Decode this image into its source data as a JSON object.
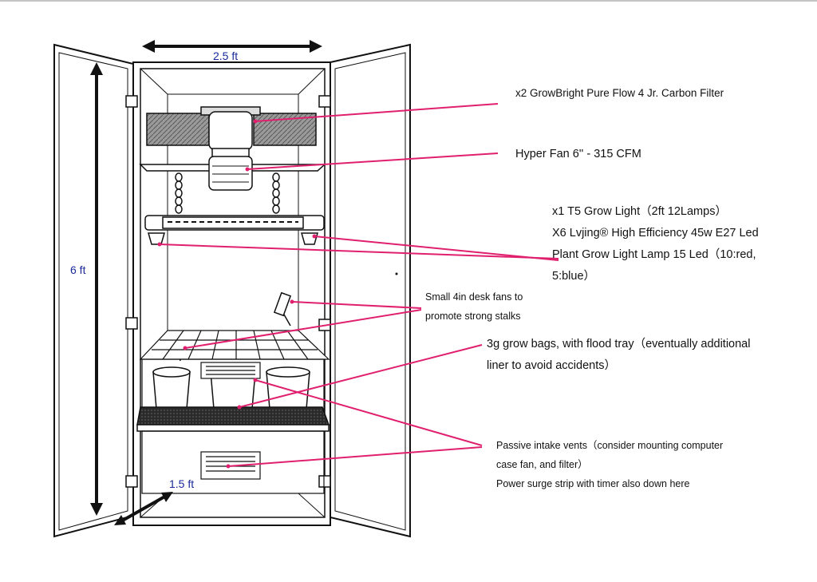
{
  "colors": {
    "ink": "#111111",
    "callout": "#e0206e",
    "dimension_text": "#1a2a9a"
  },
  "dimensions": {
    "width": "2.5 ft",
    "height": "6 ft",
    "depth": "1.5 ft"
  },
  "callouts": {
    "carbon_filter": "x2 GrowBright Pure Flow 4 Jr. Carbon Filter",
    "fan": "Hyper Fan 6'' - 315 CFM",
    "lights_line1": "x1 T5 Grow Light（2ft 12Lamps）",
    "lights_line2": "X6 Lvjing® High Efficiency 45w E27 Led",
    "lights_line3": "Plant Grow Light Lamp 15 Led（10:red,",
    "lights_line4": "5:blue）",
    "desk_fans_line1": "Small 4in desk fans to",
    "desk_fans_line2": "promote strong stalks",
    "grow_bags_line1": "3g grow bags, with flood tray（eventually additional",
    "grow_bags_line2": "liner to avoid accidents）",
    "intake_line1": "Passive intake vents（consider mounting computer",
    "intake_line2": "case fan, and filter）",
    "intake_line3": "Power surge strip with timer also down here"
  }
}
